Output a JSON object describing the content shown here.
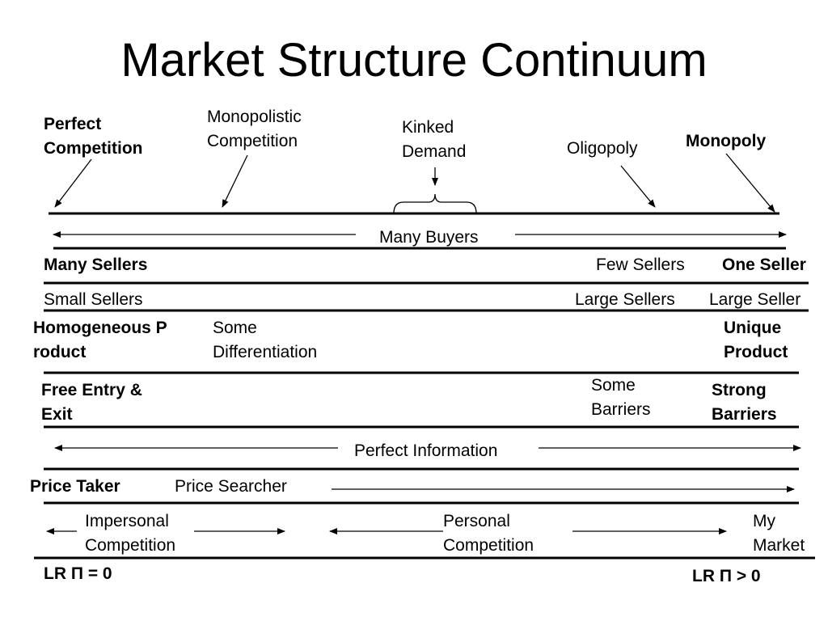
{
  "title": "Market Structure Continuum",
  "structures": {
    "perfect_competition": "Perfect Competition",
    "monopolistic_competition": "Monopolistic Competition",
    "kinked_demand": "Kinked Demand",
    "oligopoly": "Oligopoly",
    "monopoly": "Monopoly"
  },
  "rows": {
    "buyers": "Many Buyers",
    "sellers_many": "Many Sellers",
    "sellers_few": "Few Sellers",
    "sellers_one": "One Seller",
    "size_small": "Small Sellers",
    "size_large": "Large Sellers",
    "size_large_one": "Large Seller",
    "product_homogeneous": "Homogeneous Product",
    "product_some_diff": "Some Differentiation",
    "product_unique": "Unique Product",
    "entry_free": "Free Entry & Exit",
    "entry_some": "Some Barriers",
    "entry_strong": "Strong Barriers",
    "information": "Perfect Information",
    "price_taker": "Price Taker",
    "price_searcher": "Price Searcher",
    "comp_impersonal": "Impersonal Competition",
    "comp_personal": "Personal Competition",
    "comp_my_market": "My Market",
    "profit_zero": "LR Π = 0",
    "profit_positive": "LR Π > 0"
  }
}
